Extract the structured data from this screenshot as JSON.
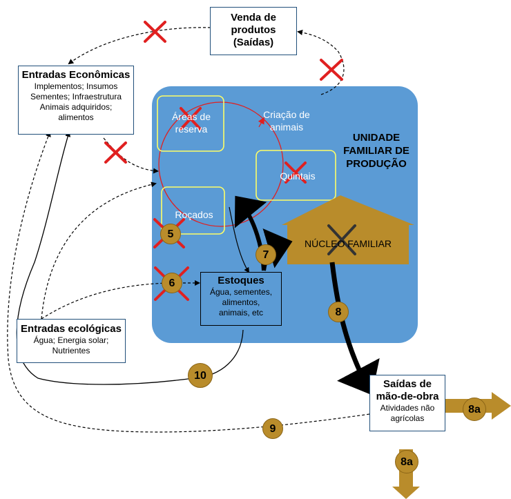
{
  "venda": {
    "line1": "Venda de",
    "line2": "produtos",
    "line3": "(Saídas)"
  },
  "entradas_economicas": {
    "title": "Entradas Econômicas",
    "lines": [
      "Implementos; Insumos",
      "Sementes; Infraestrutura",
      "Animais adquiridos;",
      "alimentos"
    ]
  },
  "areas": {
    "line1": "Áreas de",
    "line2": "reserva"
  },
  "criacao": {
    "line1": "Criação de",
    "line2": "animais"
  },
  "unidade": {
    "line1": "UNIDADE",
    "line2": "FAMILIAR DE",
    "line3": "PRODUÇÃO"
  },
  "quintais": "Quintais",
  "rocados": "Roçados",
  "nucleo": "NÚCLEO FAMILIAR",
  "estoques": {
    "title": "Estoques",
    "lines": [
      "Água, sementes,",
      "alimentos,",
      "animais, etc"
    ]
  },
  "entradas_ecologicas": {
    "title": "Entradas ecológicas",
    "line1": "Água; Energia solar;",
    "line2": "Nutrientes"
  },
  "saidas": {
    "title1": "Saídas de",
    "title2": "mão-de-obra",
    "line1": "Atividades não",
    "line2": "agrícolas"
  },
  "numbers": {
    "n5": "5",
    "n6": "6",
    "n7": "7",
    "n8": "8",
    "n8a_right": "8a",
    "n8a_down": "8a",
    "n9": "9",
    "n10": "10"
  },
  "colors": {
    "unit_bg": "#5b9bd5",
    "gold": "#b98c2b",
    "cross_red": "#e02020",
    "cross_dark": "#333333",
    "box_yellow": "#ffff66",
    "circle_red": "#e02020"
  }
}
